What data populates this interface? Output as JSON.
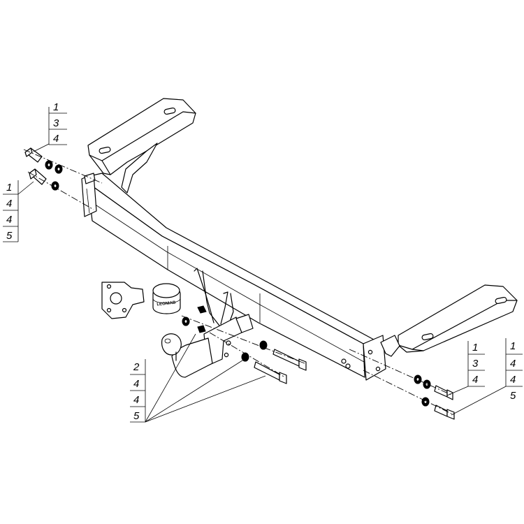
{
  "callouts": {
    "top_left_upper": [
      "1",
      "3",
      "4"
    ],
    "top_left_lower": [
      "1",
      "4",
      "4",
      "5"
    ],
    "right_upper": [
      "1",
      "3",
      "4"
    ],
    "right_lower": [
      "1",
      "4",
      "4",
      "5"
    ],
    "bottom_center": [
      "2",
      "4",
      "4",
      "5"
    ]
  },
  "towball_brand": "LEONIAB",
  "colors": {
    "line": "#000000",
    "background": "#ffffff"
  }
}
